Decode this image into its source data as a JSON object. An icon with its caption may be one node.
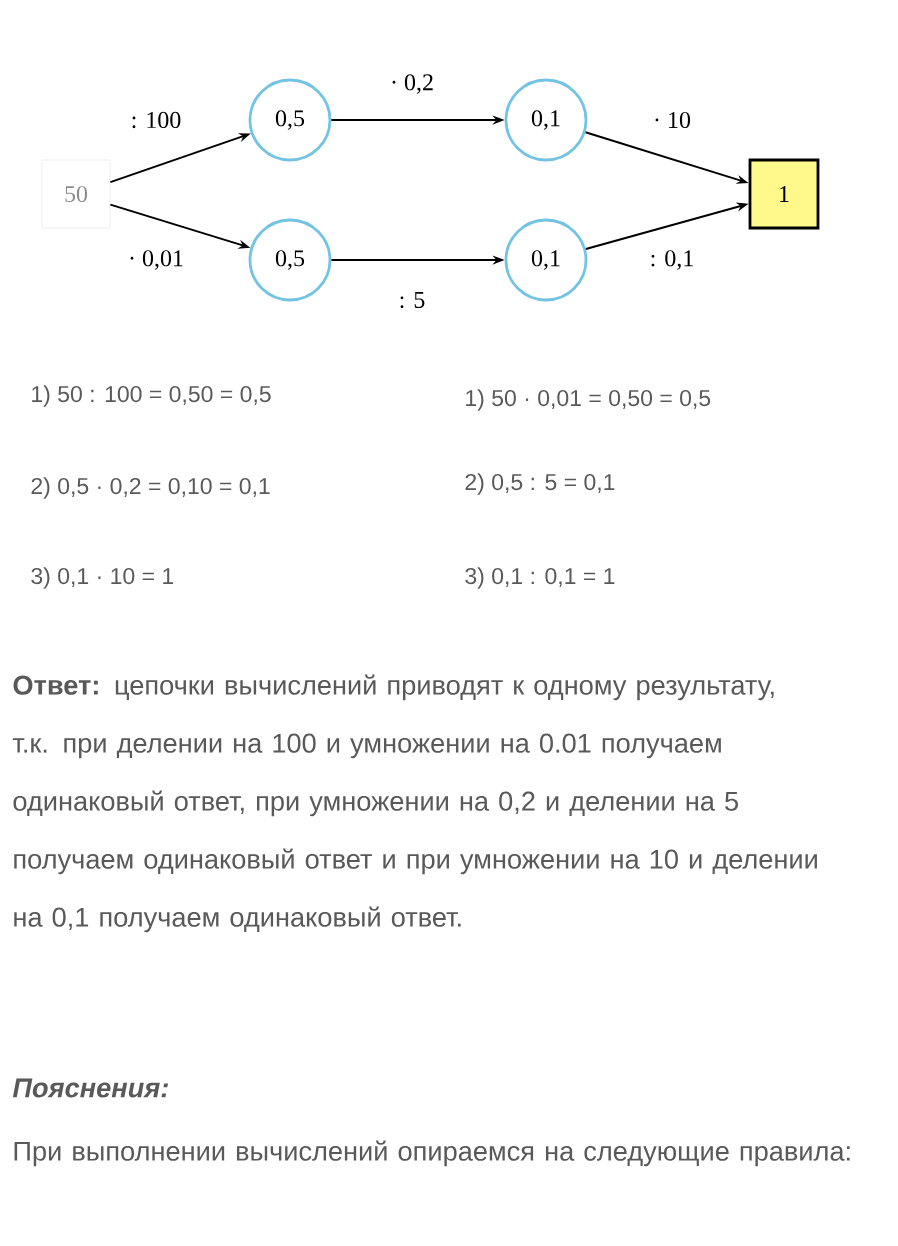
{
  "diagram": {
    "nodes": [
      {
        "text": [
          "50"
        ]
      },
      {
        "text": [
          "0,5"
        ]
      },
      {
        "text": [
          "0,1"
        ]
      },
      {
        "text": [
          "0,5"
        ]
      },
      {
        "text": [
          "0,1"
        ]
      },
      {
        "text": [
          "1"
        ]
      }
    ],
    "edges": [
      {
        "from": 0,
        "to": 1,
        "arrow": "to",
        "label": ": 100"
      },
      {
        "from": 1,
        "to": 2,
        "arrow": "to",
        "label": "· 0,2"
      },
      {
        "from": 2,
        "to": 5,
        "arrow": "to",
        "label": "· 10"
      },
      {
        "from": 0,
        "to": 3,
        "arrow": "to",
        "label": "· 0,01"
      },
      {
        "from": 3,
        "to": 4,
        "arrow": "to",
        "label": ": 5"
      },
      {
        "from": 4,
        "to": 5,
        "arrow": "to",
        "label": ": 0,1"
      }
    ],
    "labels": [
      "1) 50 : 100 = 0,50 = 0,5",
      "1) 50 · 0,01 = 0,50 = 0,5",
      "2) 0,5 · 0,2 = 0,10 = 0,1",
      "2) 0,5 : 5 = 0,1",
      "3) 0,1 · 10 = 1",
      "3) 0,1 : 0,1 = 1",
      "**Ответ:** цепочки вычислений приводят к одному результату, т.к. при делении на 100 и умножении на 0.01 получаем одинаковый ответ, при умножении на 0,2 и делении на 5 получаем одинаковый ответ и при умножении на 10 и делении на 0,1 получаем одинаковый ответ.",
      "Пояснения:",
      "При выполнении вычислений опираемся на следующие правила:"
    ]
  }
}
